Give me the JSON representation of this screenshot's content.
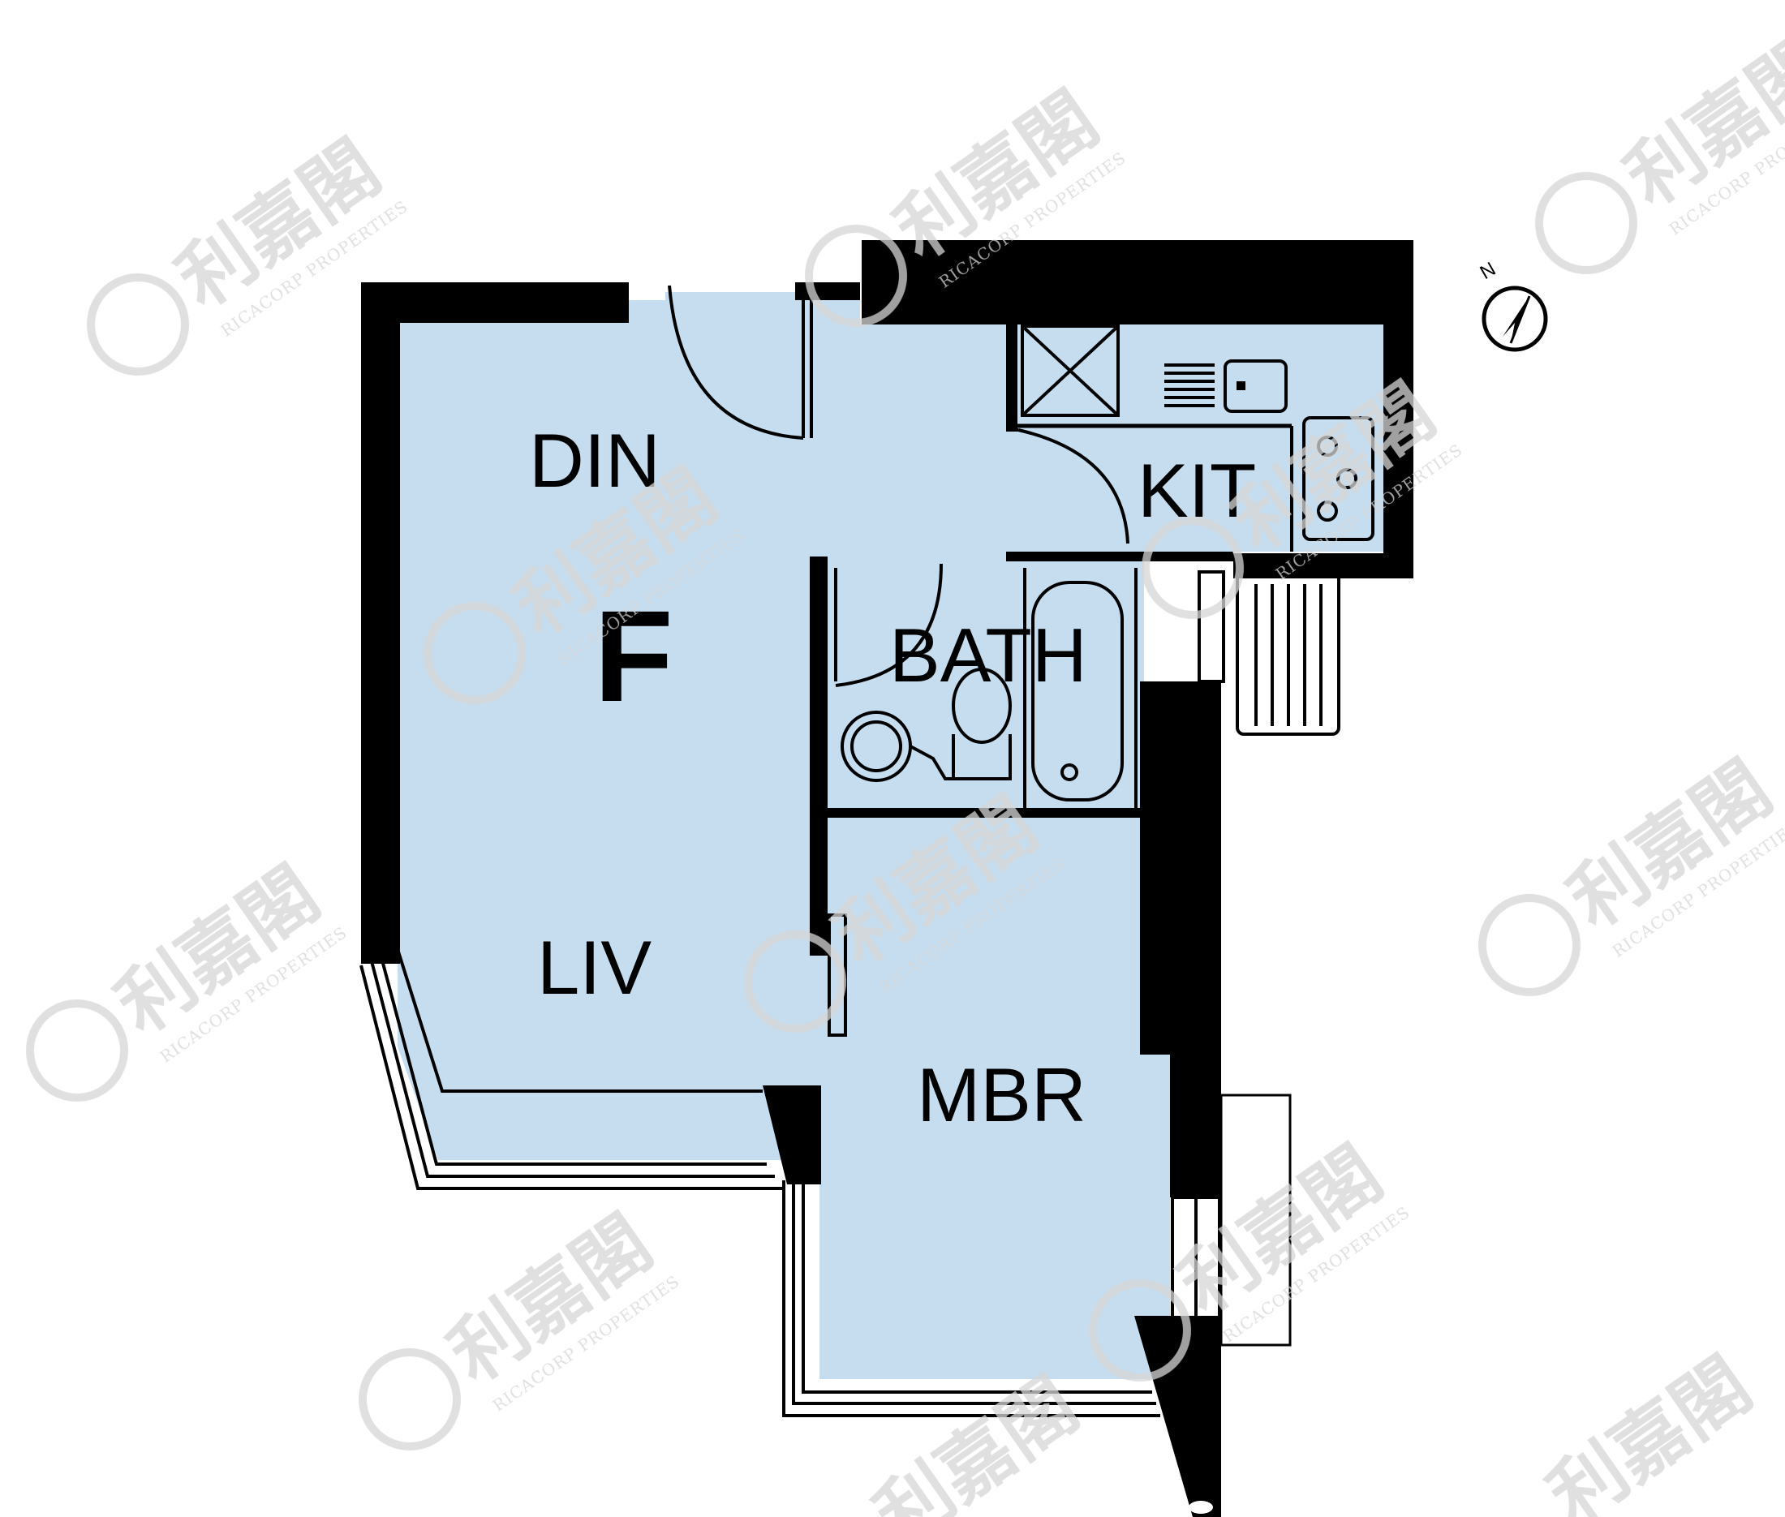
{
  "floorplan": {
    "unit_letter": "F",
    "rooms": {
      "din": "DIN",
      "kit": "KIT",
      "bath": "BATH",
      "liv": "LIV",
      "mbr": "MBR"
    },
    "compass": {
      "label": "N"
    }
  },
  "watermark": {
    "name": "利嘉閣",
    "sub": "RICACORP PROPERTIES"
  },
  "colors": {
    "floor": "#c6ddf0",
    "wall": "#000000",
    "watermark": "#d6d6d6"
  }
}
